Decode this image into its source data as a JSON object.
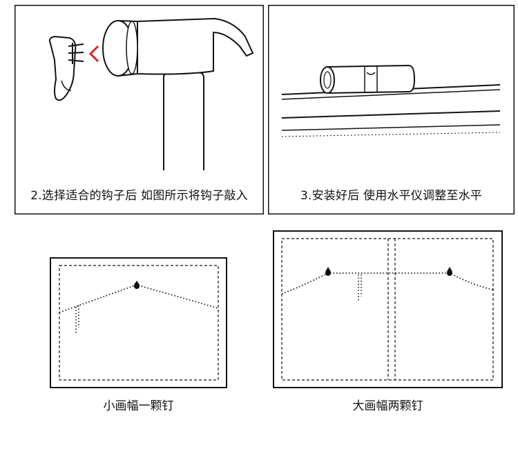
{
  "steps": [
    {
      "caption": "2.选择适合的钩子后 如图所示将钩子敲入"
    },
    {
      "caption": "3.安装好后 使用水平仪调整至水平"
    }
  ],
  "frames": [
    {
      "caption": "小画幅一颗钉"
    },
    {
      "caption": "大画幅两颗钉"
    }
  ],
  "colors": {
    "line": "#111111",
    "accent_arrow": "#e02020"
  }
}
